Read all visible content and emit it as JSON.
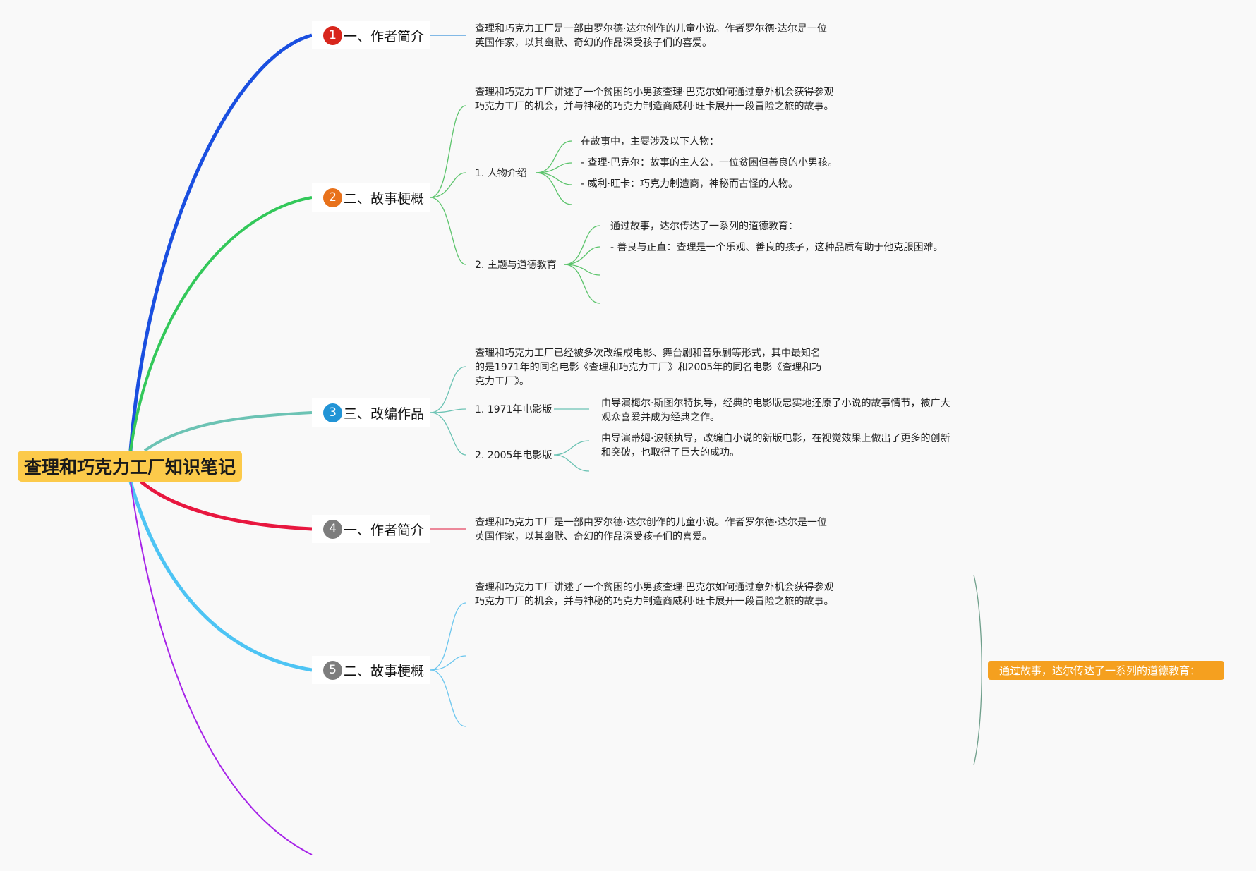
{
  "root": {
    "title": "查理和巧克力工厂知识笔记"
  },
  "branches": [
    {
      "number": "1",
      "label": "一、作者简介",
      "color": "#1a4fe0",
      "badge": "#d8261c"
    },
    {
      "number": "2",
      "label": "二、故事梗概",
      "color": "#33c85a",
      "badge": "#e8721c"
    },
    {
      "number": "3",
      "label": "三、改编作品",
      "color": "#6cc3b4",
      "badge": "#2294d6"
    },
    {
      "number": "4",
      "label": "一、作者简介",
      "color": "#e8173f",
      "badge": "#7d7d7d"
    },
    {
      "number": "5",
      "label": "二、故事梗概",
      "color": "#4dc4f4",
      "badge": "#7d7d7d"
    }
  ],
  "notes": {
    "b1_intro": "查理和巧克力工厂是一部由罗尔德·达尔创作的儿童小说。作者罗尔德·达尔是一位英国作家，以其幽默、奇幻的作品深受孩子们的喜爱。",
    "b2_summary": "查理和巧克力工厂讲述了一个贫困的小男孩查理·巴克尔如何通过意外机会获得参观巧克力工厂的机会，并与神秘的巧克力制造商威利·旺卡展开一段冒险之旅的故事。",
    "b2_people": "1. 人物介绍",
    "b2_people_intro": "在故事中，主要涉及以下人物：",
    "b2_people_charlie": "- 查理·巴克尔：故事的主人公，一位贫困但善良的小男孩。",
    "b2_people_wonka": "- 威利·旺卡：巧克力制造商，神秘而古怪的人物。",
    "b2_theme": "2. 主题与道德教育",
    "b2_theme_intro": "通过故事，达尔传达了一系列的道德教育：",
    "b2_theme_kind": "- 善良与正直：查理是一个乐观、善良的孩子，这种品质有助于他克服困难。",
    "b3_intro": "查理和巧克力工厂已经被多次改编成电影、舞台剧和音乐剧等形式，其中最知名的是1971年的同名电影《查理和巧克力工厂》和2005年的同名电影《查理和巧克力工厂》。",
    "b3_1971": "1. 1971年电影版",
    "b3_1971_desc": "由导演梅尔·斯图尔特执导，经典的电影版忠实地还原了小说的故事情节，被广大观众喜爱并成为经典之作。",
    "b3_2005": "2. 2005年电影版",
    "b3_2005_desc": "由导演蒂姆·波顿执导，改编自小说的新版电影，在视觉效果上做出了更多的创新和突破，也取得了巨大的成功。",
    "b4_intro": "查理和巧克力工厂是一部由罗尔德·达尔创作的儿童小说。作者罗尔德·达尔是一位英国作家，以其幽默、奇幻的作品深受孩子们的喜爱。",
    "b5_summary": "查理和巧克力工厂讲述了一个贫困的小男孩查理·巴克尔如何通过意外机会获得参观巧克力工厂的机会，并与神秘的巧克力制造商威利·旺卡展开一段冒险之旅的故事。"
  },
  "highlight": {
    "text": "通过故事，达尔传达了一系列的道德教育：",
    "color": "#f5a01f"
  },
  "colors": {
    "purple_branch": "#a724e8",
    "connector_green": "#5cc46c",
    "connector_blue": "#5aa4e0",
    "connector_teal": "#6cc3b4",
    "connector_red": "#e8637a",
    "connector_sky": "#6cc6ee",
    "bracket": "#6f9f8b"
  }
}
